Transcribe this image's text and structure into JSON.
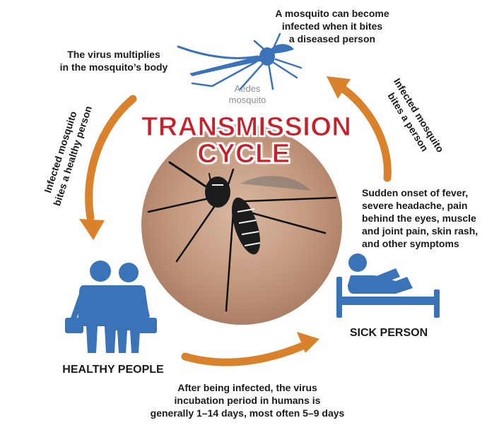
{
  "title": {
    "line1": "TRANSMISSION",
    "line2": "CYCLE"
  },
  "mosquito_label": "Aedes\nmosquito",
  "steps": {
    "mosquito_infected": "A mosquito can become\ninfected when it bites\na diseased person",
    "virus_multiplies": "The virus multiplies\nin the mosquito’s body",
    "bites_healthy": "Infected mosquito\nbites a healthy person",
    "bites_person": "Infected mosquito\nbites a person",
    "symptoms": "Sudden onset of fever,\nsevere headache, pain\nbehind the eyes, muscle\nand joint pain, skin rash,\nand other symptoms",
    "incubation": "After being infected, the virus\nincubation period in humans is\ngenerally 1–14 days, most often 5–9 days"
  },
  "healthy_people_label": "HEALTHY PEOPLE",
  "sick_person_label": "SICK PERSON",
  "colors": {
    "arrow": "#d9822b",
    "icon_blue": "#3b73b9",
    "title_red": "#c8202a",
    "text": "#1a1a1a",
    "mosquito_caption": "#8a8f99"
  }
}
